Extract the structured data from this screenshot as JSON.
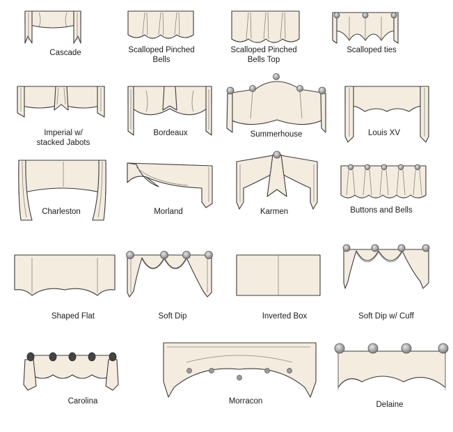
{
  "valances": [
    {
      "id": "cascade",
      "label": "Cascade"
    },
    {
      "id": "scalloped-pinched-bells",
      "label": "Scalloped Pinched\nBells"
    },
    {
      "id": "scalloped-pinched-bells-top",
      "label": "Scalloped Pinched\nBells Top"
    },
    {
      "id": "scalloped-ties",
      "label": "Scalloped ties"
    },
    {
      "id": "imperial",
      "label": "Imperial w/\nstacked Jabots"
    },
    {
      "id": "bordeaux",
      "label": "Bordeaux"
    },
    {
      "id": "summerhouse",
      "label": "Summerhouse"
    },
    {
      "id": "louis-xv",
      "label": "Louis XV"
    },
    {
      "id": "charleston",
      "label": "Charleston"
    },
    {
      "id": "morland",
      "label": "Morland"
    },
    {
      "id": "karmen",
      "label": "Karmen"
    },
    {
      "id": "buttons-and-bells",
      "label": "Buttons and Bells"
    },
    {
      "id": "shaped-flat",
      "label": "Shaped Flat"
    },
    {
      "id": "soft-dip",
      "label": "Soft Dip"
    },
    {
      "id": "inverted-box",
      "label": "Inverted Box"
    },
    {
      "id": "soft-dip-cuff",
      "label": "Soft Dip w/ Cuff"
    },
    {
      "id": "carolina",
      "label": "Carolina"
    },
    {
      "id": "morracon",
      "label": "Morracon"
    },
    {
      "id": "delaine",
      "label": "Delaine"
    }
  ],
  "colors": {
    "fabric": "#f3ecdf",
    "outline": "#3a3a3a",
    "fold": "#8a8378",
    "knob": "#b9b9b9"
  }
}
